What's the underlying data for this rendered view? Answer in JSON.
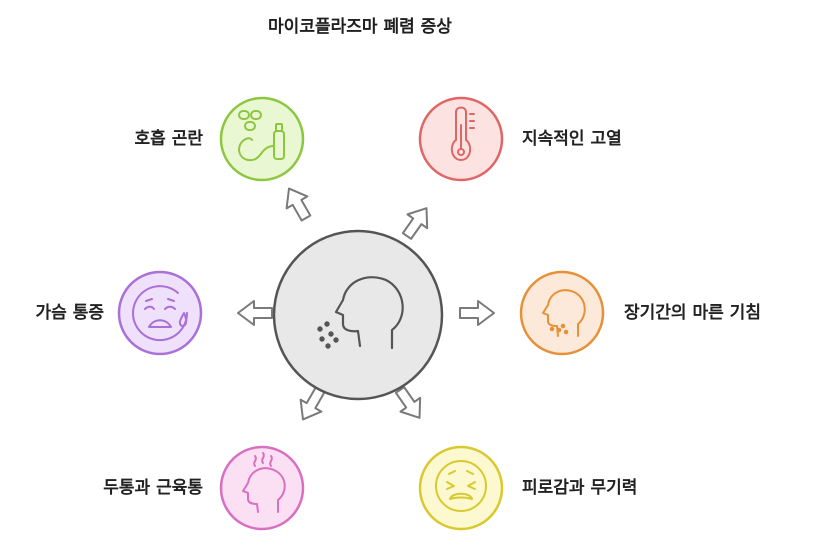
{
  "title": "마이코플라즈마 폐렴 증상",
  "center": {
    "icon": "coughing-head-icon",
    "color": "#e8e8e8",
    "stroke": "#555555"
  },
  "symptoms": [
    {
      "label": "호흡 곤란",
      "icon": "inhaler-icon",
      "fill": "#e9f7d2",
      "stroke": "#8dc63f"
    },
    {
      "label": "지속적인 고열",
      "icon": "thermometer-icon",
      "fill": "#fde2e2",
      "stroke": "#e06666"
    },
    {
      "label": "가슴 통증",
      "icon": "crying-face-icon",
      "fill": "#efe0fb",
      "stroke": "#a970d8"
    },
    {
      "label": "장기간의 마른 기침",
      "icon": "coughing-head-icon",
      "fill": "#fde9d9",
      "stroke": "#e69138"
    },
    {
      "label": "두통과 근육통",
      "icon": "headache-head-icon",
      "fill": "#fbe0f3",
      "stroke": "#d96fc3"
    },
    {
      "label": "피로감과 무기력",
      "icon": "tired-face-icon",
      "fill": "#fcf8cf",
      "stroke": "#d9c92f"
    }
  ]
}
